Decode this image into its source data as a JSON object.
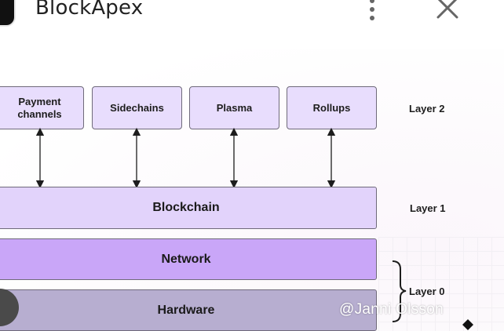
{
  "header": {
    "app_title": "BlockApex"
  },
  "diagram": {
    "layer2_items": [
      {
        "label": "Payment\nchannels"
      },
      {
        "label": "Sidechains"
      },
      {
        "label": "Plasma"
      },
      {
        "label": "Rollups"
      }
    ],
    "layer1_label": "Blockchain",
    "network_label": "Network",
    "hardware_label": "Hardware",
    "layer_labels": {
      "layer2": "Layer 2",
      "layer1": "Layer 1",
      "layer0": "Layer 0"
    },
    "colors": {
      "layer2_box": "#e8ddfd",
      "blockchain": "#e2d3fb",
      "network": "#c9a6f8",
      "hardware": "#b7aed0"
    }
  },
  "watermark": {
    "text": "@Janni Olsson"
  }
}
